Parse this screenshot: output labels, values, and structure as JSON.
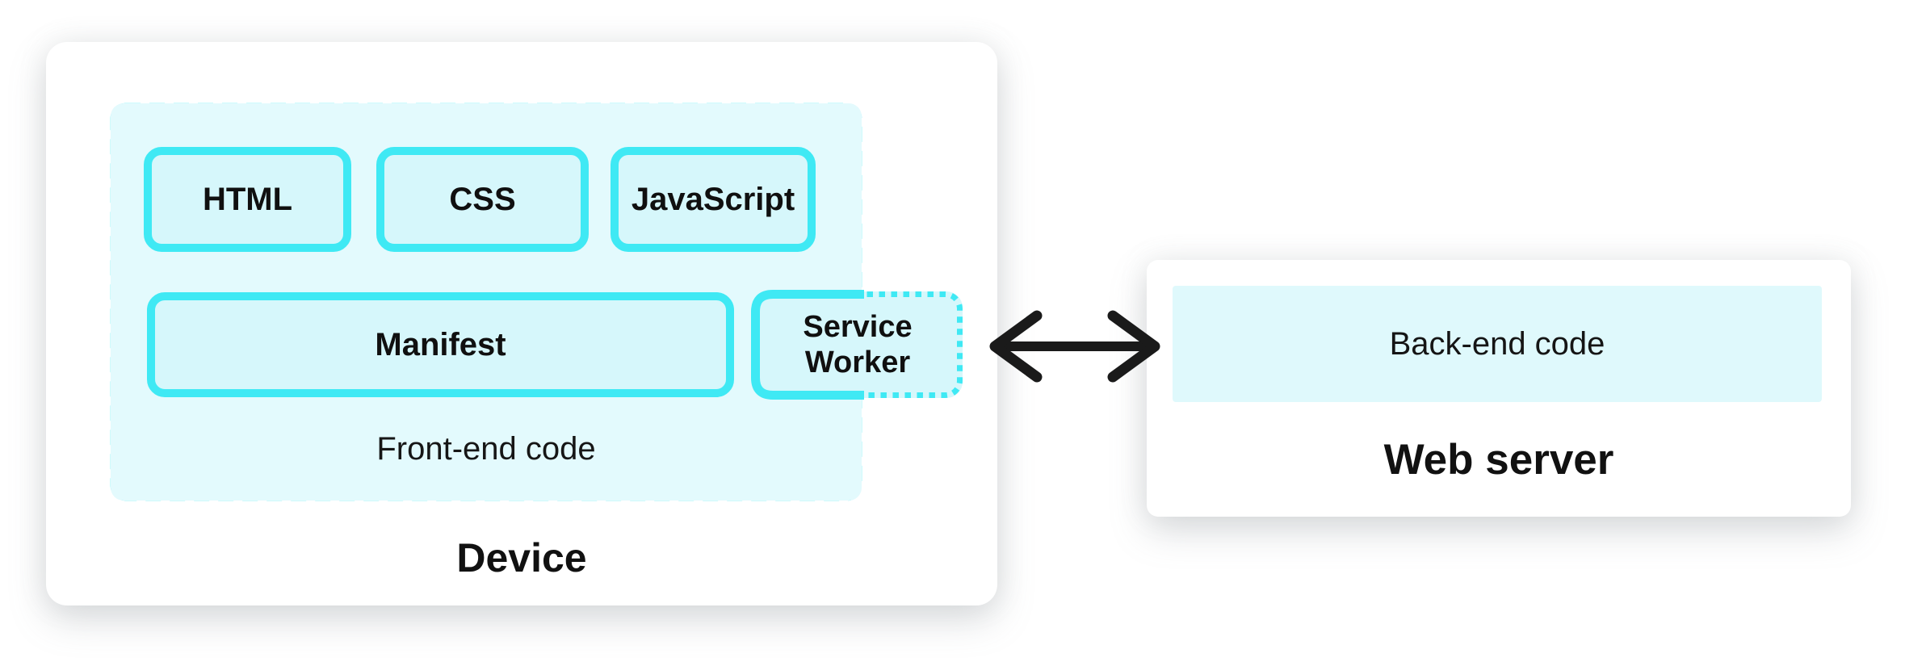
{
  "device": {
    "label": "Device",
    "frontend": {
      "label": "Front-end code",
      "html_label": "HTML",
      "css_label": "CSS",
      "javascript_label": "JavaScript",
      "manifest_label": "Manifest",
      "service_worker_label": "Service Worker"
    }
  },
  "web_server": {
    "label": "Web server",
    "backend_label": "Back-end code"
  },
  "colors": {
    "cyan_border": "#3fe9f4",
    "container_fill": "#e3fafd",
    "box_fill": "#d6f7fb",
    "backend_fill": "#dff9fc",
    "arrow_black": "#1a1a1a",
    "card_white": "#ffffff",
    "text_black": "#111111"
  }
}
